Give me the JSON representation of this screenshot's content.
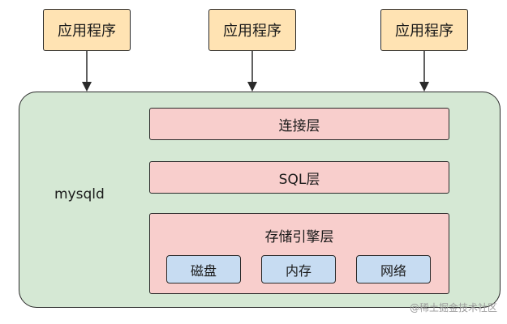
{
  "applications": [
    {
      "label": "应用程序"
    },
    {
      "label": "应用程序"
    },
    {
      "label": "应用程序"
    }
  ],
  "server": {
    "label": "mysqld",
    "layers": {
      "connection": "连接层",
      "sql": "SQL层",
      "storage": {
        "label": "存储引擎层",
        "resources": [
          "磁盘",
          "内存",
          "网络"
        ]
      }
    }
  },
  "watermark": "@稀土掘金技术社区",
  "colors": {
    "application_fill": "#ffe3b3",
    "server_fill": "#d5e8d4",
    "layer_fill": "#f8cecc",
    "resource_fill": "#c7dcf2",
    "stroke": "#2a2a2a"
  }
}
